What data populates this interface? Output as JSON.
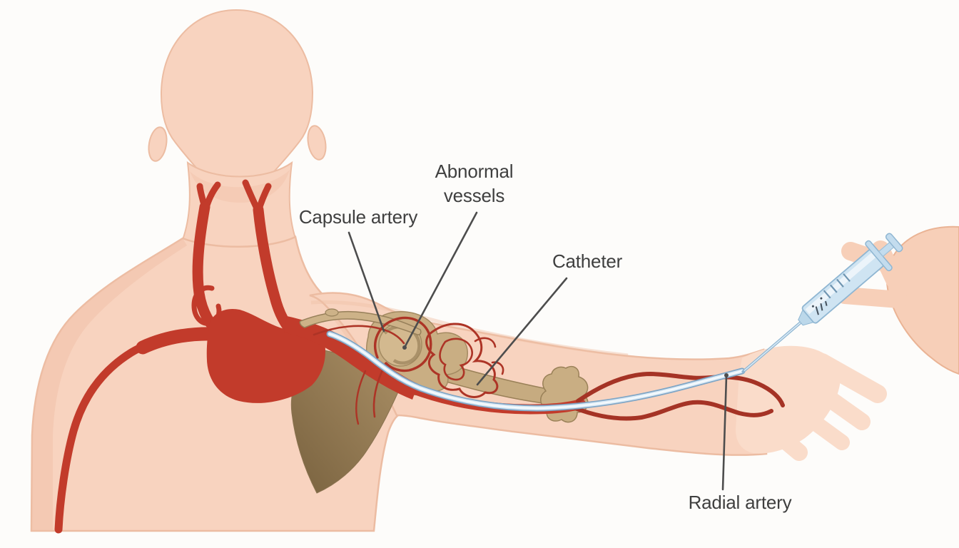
{
  "labels": {
    "abnormal_vessels": "Abnormal\nvessels",
    "capsule_artery": "Capsule artery",
    "catheter": "Catheter",
    "radial_artery": "Radial artery"
  },
  "colors": {
    "background": "#fdfcfa",
    "skin": "#f8d3bf",
    "skin-light": "#fadcca",
    "skin-shade": "#f0c0a7",
    "skin-outline": "#ecbca2",
    "artery": "#c23b2b",
    "artery-thin": "#a53325",
    "vessel-web": "#ad3426",
    "bone": "#c9ae83",
    "bone-dark": "#97805a",
    "scapula-light": "#ab9066",
    "scapula-dark": "#79623f",
    "catheter-outer": "#7fa6c6",
    "catheter-inner": "#dcebf6",
    "catheter-core": "#f7fbfd",
    "syringe-fill": "#cfe4f2",
    "syringe-stroke": "#8fb6d2",
    "label-color": "#3f3f3f",
    "leader-color": "#4d4d4d"
  }
}
